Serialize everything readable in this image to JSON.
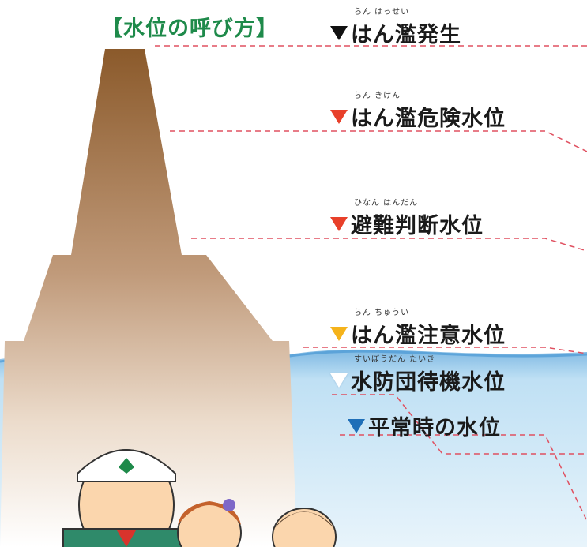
{
  "title": "【水位の呼び方】",
  "levels": [
    {
      "id": "flood",
      "ruby": "らん はっせい",
      "label": "はん濫発生",
      "marker_color": "#111111"
    },
    {
      "id": "danger",
      "ruby": "らん きけん",
      "label": "はん濫危険水位",
      "marker_color": "#e8402a"
    },
    {
      "id": "evac",
      "ruby": "ひなん はんだん",
      "label": "避難判断水位",
      "marker_color": "#e8402a"
    },
    {
      "id": "caution",
      "ruby": "らん ちゅうい",
      "label": "はん濫注意水位",
      "marker_color": "#f5b31b"
    },
    {
      "id": "standby",
      "ruby": "すいぼうだん たいき",
      "label": "水防団待機水位",
      "marker_color": "#ffffff"
    },
    {
      "id": "normal",
      "ruby": "",
      "label": "平常時の水位",
      "marker_color": "#1f6fb8"
    }
  ],
  "colors": {
    "title_green": "#1e8a4a",
    "dash_red": "#e05060",
    "levee_top": "#8b5a2b",
    "levee_bottom": "#ffffff",
    "water": "#cfe6f5"
  }
}
